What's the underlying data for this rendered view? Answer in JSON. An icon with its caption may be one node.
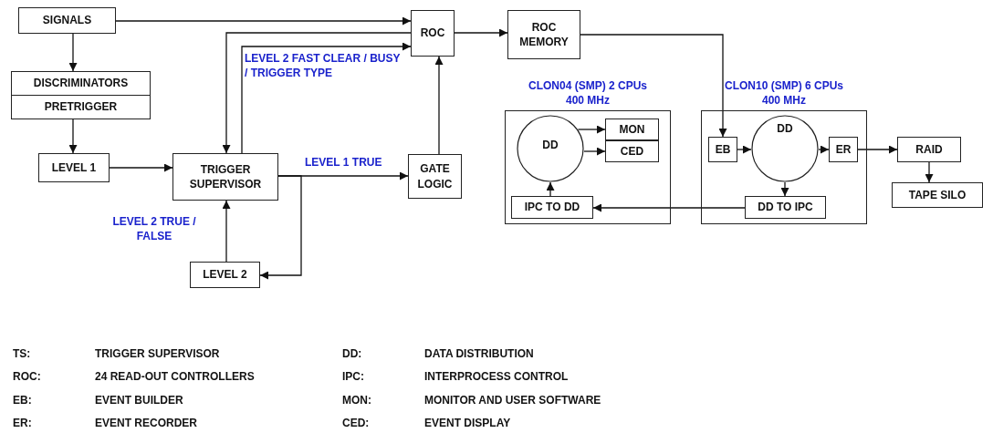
{
  "diagram": {
    "nodes": [
      {
        "text": [
          "SIGNALS"
        ]
      },
      {
        "text": [
          "DISCRIMINATORS"
        ]
      },
      {
        "text": [
          "PRETRIGGER"
        ]
      },
      {
        "text": [
          "LEVEL 1"
        ]
      },
      {
        "text": [
          "TRIGGER SUPERVISOR"
        ]
      },
      {
        "text": [
          "GATE LOGIC"
        ]
      },
      {
        "text": [
          "ROC"
        ]
      },
      {
        "text": [
          "ROC MEMORY"
        ]
      },
      {
        "text": [
          "CLON04 (SMP) 2 CPUs 400 MHz"
        ]
      },
      {
        "text": [
          "DD"
        ],
        "in": 8
      },
      {
        "text": [
          "MON"
        ],
        "in": 8
      },
      {
        "text": [
          "CED"
        ],
        "in": 8
      },
      {
        "text": [
          "IPC TO DD"
        ],
        "in": 8
      },
      {
        "text": [
          "CLON10 (SMP) 6 CPUs 400 MHz"
        ]
      },
      {
        "text": [
          "EB"
        ],
        "in": 13
      },
      {
        "text": [
          "DD"
        ],
        "in": 13
      },
      {
        "text": [
          "ER"
        ],
        "in": 13
      },
      {
        "text": [
          "DD TO IPC"
        ],
        "in": 13
      },
      {
        "text": [
          "RAID"
        ]
      },
      {
        "text": [
          "TAPE SILO"
        ]
      },
      {
        "text": [
          "LEVEL 2"
        ]
      }
    ],
    "edges": [
      {
        "from": 0,
        "to": 6,
        "arrow": "to"
      },
      {
        "from": 0,
        "to": 1,
        "arrow": "to"
      },
      {
        "from": 2,
        "to": 3,
        "arrow": "to"
      },
      {
        "from": 3,
        "to": 4,
        "arrow": "to"
      },
      {
        "from": 6,
        "to": 4,
        "arrow": "to"
      },
      {
        "from": 4,
        "to": 6,
        "arrow": "to",
        "label": "LEVEL 2 FAST CLEAR / BUSY / TRIGGER TYPE"
      },
      {
        "from": 5,
        "to": 6,
        "arrow": "to"
      },
      {
        "from": 4,
        "to": 5,
        "arrow": "to",
        "label": "LEVEL 1 TRUE"
      },
      {
        "from": 4,
        "to": 20,
        "arrow": "to"
      },
      {
        "from": 20,
        "to": 4,
        "arrow": "to",
        "label": "LEVEL 2 TRUE / FALSE"
      },
      {
        "from": 6,
        "to": 7,
        "arrow": "to"
      },
      {
        "from": 7,
        "to": 14,
        "arrow": "to"
      },
      {
        "from": 14,
        "to": 15,
        "arrow": "to"
      },
      {
        "from": 15,
        "to": 16,
        "arrow": "to"
      },
      {
        "from": 15,
        "to": 17,
        "arrow": "to"
      },
      {
        "from": 17,
        "to": 12,
        "arrow": "to"
      },
      {
        "from": 12,
        "to": 9,
        "arrow": "to"
      },
      {
        "from": 9,
        "to": 10,
        "arrow": "to"
      },
      {
        "from": 9,
        "to": 11,
        "arrow": "to"
      },
      {
        "from": 16,
        "to": 18,
        "arrow": "to"
      },
      {
        "from": 18,
        "to": 19,
        "arrow": "to"
      }
    ],
    "labels": [
      "TS:",
      "TRIGGER SUPERVISOR",
      "DD:",
      "DATA DISTRIBUTION",
      "ROC:",
      "24 READ-OUT CONTROLLERS",
      "IPC:",
      "INTERPROCESS CONTROL",
      "EB:",
      "EVENT BUILDER",
      "MON:",
      "MONITOR AND USER SOFTWARE",
      "ER:",
      "EVENT RECORDER",
      "CED:",
      "EVENT DISPLAY"
    ]
  }
}
